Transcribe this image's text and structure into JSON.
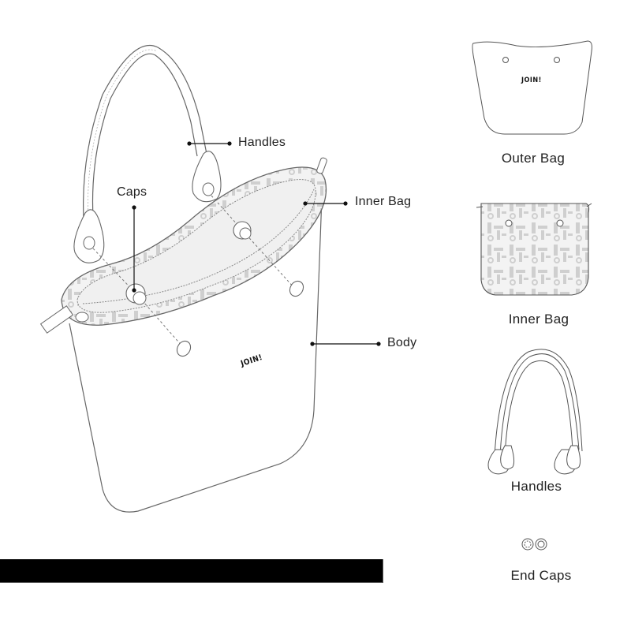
{
  "diagram": {
    "title": "",
    "main_illustration": {
      "callouts": [
        {
          "id": "handles",
          "label": "Handles"
        },
        {
          "id": "caps",
          "label": "Caps"
        },
        {
          "id": "inner_bag",
          "label": "Inner Bag"
        },
        {
          "id": "body",
          "label": "Body"
        }
      ],
      "logo_text": "JOIN!"
    },
    "parts": [
      {
        "id": "outer_bag",
        "label": "Outer Bag",
        "logo_text": "JOIN!"
      },
      {
        "id": "inner_bag",
        "label": "Inner Bag"
      },
      {
        "id": "handles",
        "label": "Handles"
      },
      {
        "id": "end_caps",
        "label": "End Caps"
      }
    ],
    "colors": {
      "line": "#555555",
      "pattern": "#c8c8c8",
      "bar": "#000000",
      "background": "#ffffff"
    }
  }
}
